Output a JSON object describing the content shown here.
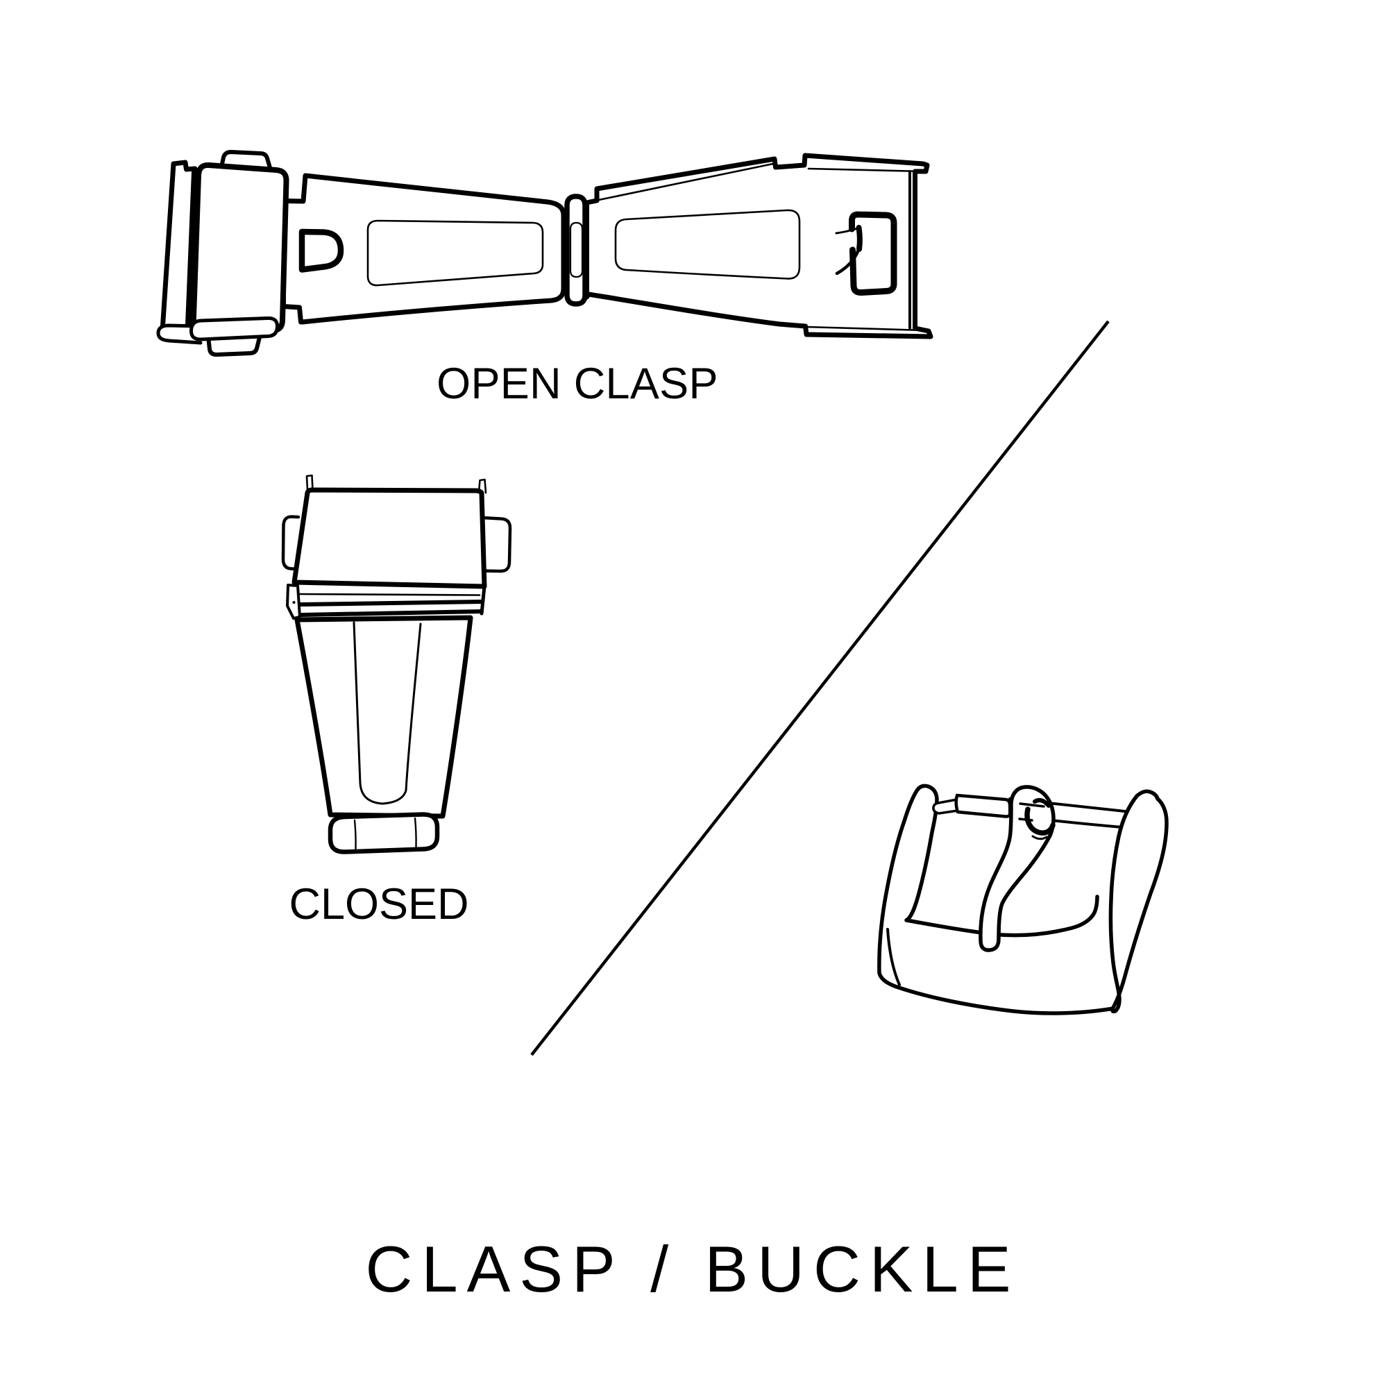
{
  "colors": {
    "background": "#ffffff",
    "ink": "#000000"
  },
  "labels": {
    "open_clasp": "OPEN CLASP",
    "closed": "CLOSED",
    "title": "CLASP / BUCKLE"
  },
  "illustrations": [
    {
      "name": "open-clasp-illustration",
      "caption": "OPEN CLASP"
    },
    {
      "name": "closed-clasp-illustration",
      "caption": "CLOSED"
    },
    {
      "name": "tang-buckle-illustration",
      "caption": ""
    }
  ],
  "divider": {
    "name": "diagonal-divider-line"
  }
}
